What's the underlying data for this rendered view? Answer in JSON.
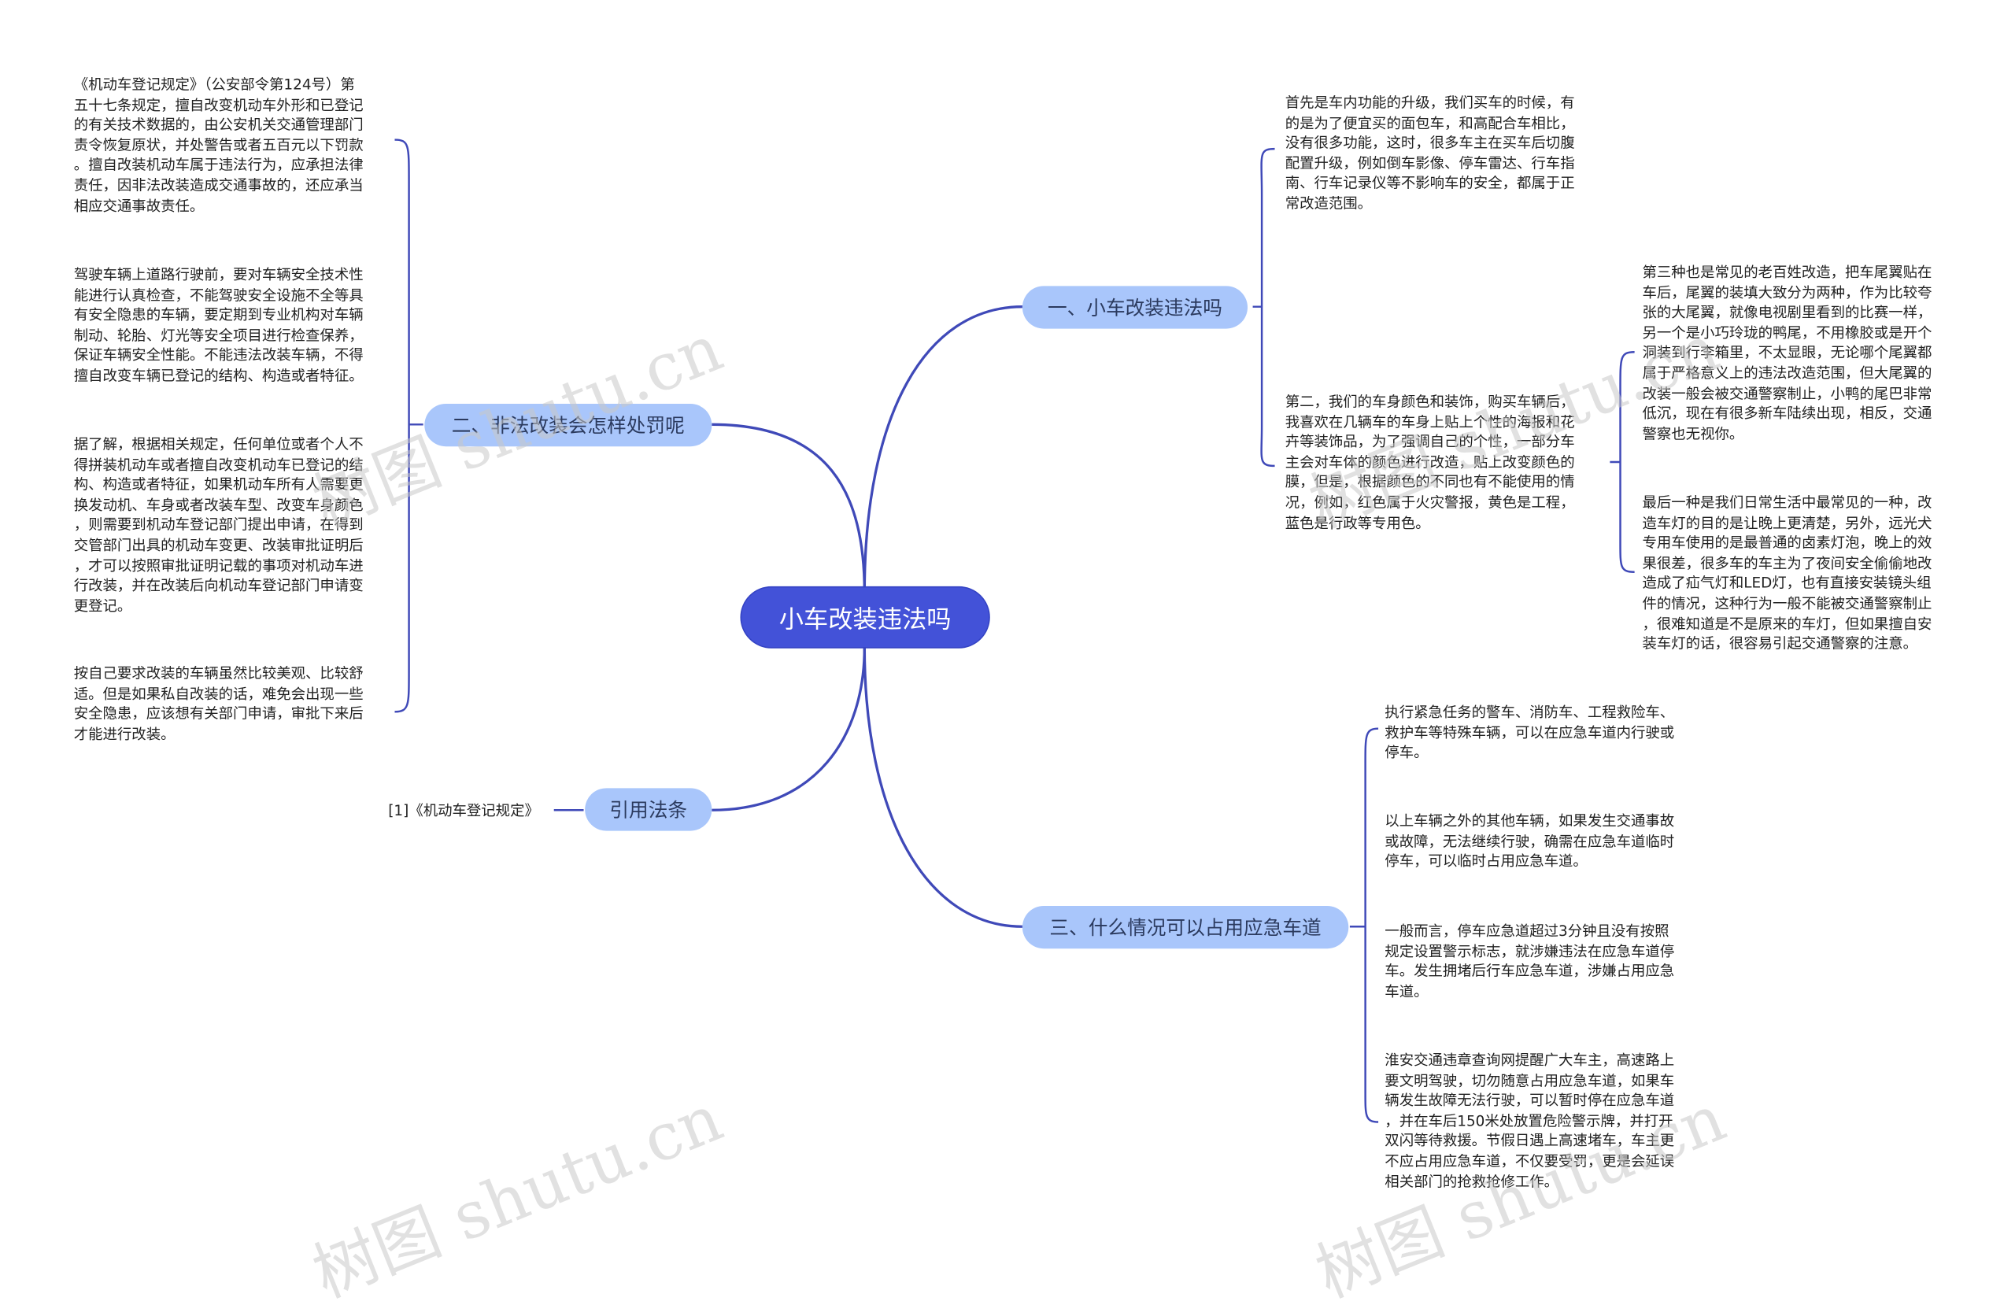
{
  "root": {
    "label": "小车改装违法吗"
  },
  "branches": {
    "b1": {
      "label": "一、小车改装违法吗",
      "leaves": [
        "首先是车内功能的升级，我们买车的时候，有\n的是为了便宜买的面包车，和高配合车相比，\n没有很多功能，这时，很多车主在买车后切腹\n配置升级，例如倒车影像、停车雷达、行车指\n南、行车记录仪等不影响车的安全，都属于正\n常改造范围。",
        "第二，我们的车身颜色和装饰，购买车辆后，\n我喜欢在几辆车的车身上贴上个性的海报和花\n卉等装饰品，为了强调自己的个性，一部分车\n主会对车体的颜色进行改造，贴上改变颜色的\n膜，但是，根据颜色的不同也有不能使用的情\n况，例如，红色属于火灾警报，黄色是工程，\n蓝色是行政等专用色。"
      ],
      "subleaves": [
        "第三种也是常见的老百姓改造，把车尾翼贴在\n车后，尾翼的装填大致分为两种，作为比较夸\n张的大尾翼，就像电视剧里看到的比赛一样，\n另一个是小巧玲珑的鸭尾，不用橡胶或是开个\n洞装到行李箱里，不太显眼，无论哪个尾翼都\n属于严格意义上的违法改造范围，但大尾翼的\n改装一般会被交通警察制止，小鸭的尾巴非常\n低沉，现在有很多新车陆续出现，相反，交通\n警察也无视你。",
        "最后一种是我们日常生活中最常见的一种，改\n造车灯的目的是让晚上更清楚，另外，远光犬\n专用车使用的是最普通的卤素灯泡，晚上的效\n果很差，很多车的车主为了夜间安全偷偷地改\n造成了疝气灯和LED灯，也有直接安装镜头组\n件的情况，这种行为一般不能被交通警察制止\n，很难知道是不是原来的车灯，但如果擅自安\n装车灯的话，很容易引起交通警察的注意。"
      ]
    },
    "b2": {
      "label": "二、非法改装会怎样处罚呢",
      "leaves": [
        "《机动车登记规定》（公安部令第124号）第\n五十七条规定，擅自改变机动车外形和已登记\n的有关技术数据的，由公安机关交通管理部门\n责令恢复原状，并处警告或者五百元以下罚款\n。擅自改装机动车属于违法行为，应承担法律\n责任，因非法改装造成交通事故的，还应承当\n相应交通事故责任。",
        "驾驶车辆上道路行驶前，要对车辆安全技术性\n能进行认真检查，不能驾驶安全设施不全等具\n有安全隐患的车辆，要定期到专业机构对车辆\n制动、轮胎、灯光等安全项目进行检查保养，\n保证车辆安全性能。不能违法改装车辆，不得\n擅自改变车辆已登记的结构、构造或者特征。",
        "据了解，根据相关规定，任何单位或者个人不\n得拼装机动车或者擅自改变机动车已登记的结\n构、构造或者特征，如果机动车所有人需要更\n换发动机、车身或者改装车型、改变车身颜色\n，则需要到机动车登记部门提出申请，在得到\n交管部门出具的机动车变更、改装审批证明后\n，才可以按照审批证明记载的事项对机动车进\n行改装，并在改装后向机动车登记部门申请变\n更登记。",
        "按自己要求改装的车辆虽然比较美观、比较舒\n适。但是如果私自改装的话，难免会出现一些\n安全隐患，应该想有关部门申请，审批下来后\n才能进行改装。"
      ]
    },
    "b3": {
      "label": "引用法条",
      "leaves": [
        "[1]《机动车登记规定》"
      ]
    },
    "b4": {
      "label": "三、什么情况可以占用应急车道",
      "leaves": [
        "执行紧急任务的警车、消防车、工程救险车、\n救护车等特殊车辆，可以在应急车道内行驶或\n停车。",
        "以上车辆之外的其他车辆，如果发生交通事故\n或故障，无法继续行驶，确需在应急车道临时\n停车，可以临时占用应急车道。",
        "一般而言，停车应急道超过3分钟且没有按照\n规定设置警示标志，就涉嫌违法在应急车道停\n车。发生拥堵后行车应急车道，涉嫌占用应急\n车道。",
        "淮安交通违章查询网提醒广大车主，高速路上\n要文明驾驶，切勿随意占用应急车道，如果车\n辆发生故障无法行驶，可以暂时停在应急车道\n，并在车后150米处放置危险警示牌，并打开\n双闪等待救援。节假日遇上高速堵车，车主更\n不应占用应急车道，不仅要受罚，更是会延误\n相关部门的抢救抢修工作。"
      ]
    }
  },
  "watermark": "树图 shutu.cn",
  "colors": {
    "root": "#4352d8",
    "branch": "#a9c6fb",
    "line": "#3f49b8"
  }
}
